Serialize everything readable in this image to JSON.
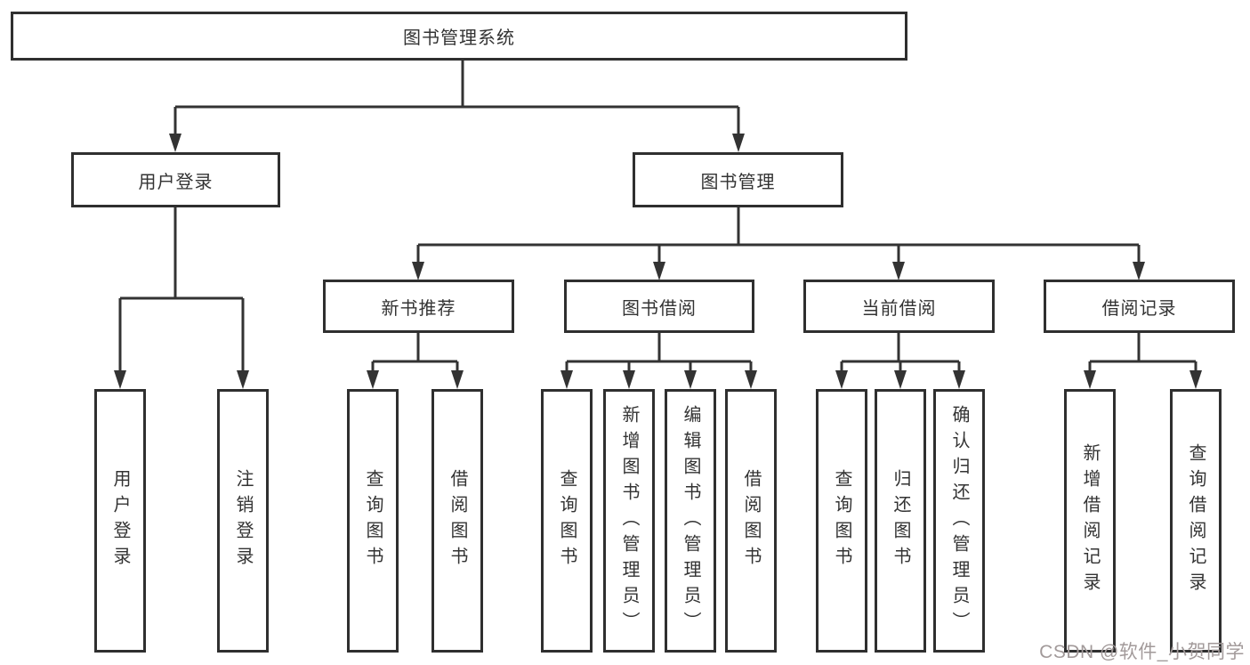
{
  "tree": {
    "root": {
      "label": "图书管理系统"
    },
    "level2": [
      {
        "label": "用户登录"
      },
      {
        "label": "图书管理"
      }
    ],
    "level3": [
      {
        "label": "新书推荐",
        "parent": "图书管理"
      },
      {
        "label": "图书借阅",
        "parent": "图书管理"
      },
      {
        "label": "当前借阅",
        "parent": "图书管理"
      },
      {
        "label": "借阅记录",
        "parent": "图书管理"
      }
    ],
    "leaves": [
      {
        "label": "用户登录",
        "parent": "用户登录"
      },
      {
        "label": "注销登录",
        "parent": "用户登录"
      },
      {
        "label": "查询图书",
        "parent": "新书推荐"
      },
      {
        "label": "借阅图书",
        "parent": "新书推荐"
      },
      {
        "label": "查询图书",
        "parent": "图书借阅"
      },
      {
        "label": "新增图书（管理员）",
        "parent": "图书借阅"
      },
      {
        "label": "编辑图书（管理员）",
        "parent": "图书借阅"
      },
      {
        "label": "借阅图书",
        "parent": "图书借阅"
      },
      {
        "label": "查询图书",
        "parent": "当前借阅"
      },
      {
        "label": "归还图书",
        "parent": "当前借阅"
      },
      {
        "label": "确认归还（管理员）",
        "parent": "当前借阅"
      },
      {
        "label": "新增借阅记录",
        "parent": "借阅记录"
      },
      {
        "label": "查询借阅记录",
        "parent": "借阅记录"
      }
    ]
  },
  "watermark": {
    "text": "CSDN @软件_小贺同学"
  },
  "colors": {
    "line": "#333333",
    "box_border": "#2f2f2f",
    "text": "#333333",
    "watermark": "#a29a9a",
    "background": "#ffffff"
  }
}
